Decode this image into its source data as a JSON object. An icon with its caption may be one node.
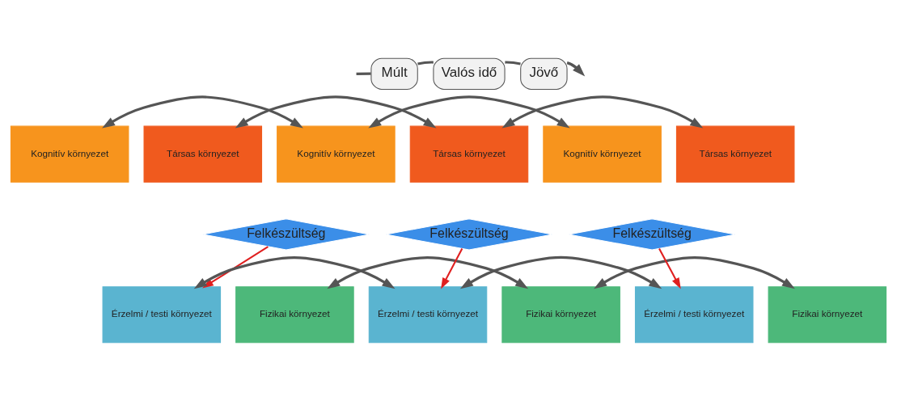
{
  "diagram": {
    "nodes": [
      {
        "text": [
          "Múlt"
        ]
      },
      {
        "text": [
          "Valós idő"
        ]
      },
      {
        "text": [
          "Jövő"
        ]
      },
      {
        "text": [
          "Kognitív környezet"
        ]
      },
      {
        "text": [
          "Társas környezet"
        ]
      },
      {
        "text": [
          "Felkészültség"
        ]
      },
      {
        "text": [
          "Érzelmi / testi környezet"
        ]
      },
      {
        "text": [
          "Fizikai környezet"
        ]
      },
      {
        "text": [
          "Kognitív környezet"
        ]
      },
      {
        "text": [
          "Társas környezet"
        ]
      },
      {
        "text": [
          "Felkészültség"
        ]
      },
      {
        "text": [
          "Érzelmi / testi környezet"
        ]
      },
      {
        "text": [
          "Fizikai környezet"
        ]
      },
      {
        "text": [
          "Kognitív környezet"
        ]
      },
      {
        "text": [
          "Társas környezet"
        ]
      },
      {
        "text": [
          "Felkészültség"
        ]
      },
      {
        "text": [
          "Érzelmi / testi környezet"
        ]
      },
      {
        "text": [
          "Fizikai környezet"
        ]
      }
    ],
    "edges": [
      {
        "from": null,
        "to": 0,
        "arrow": "none"
      },
      {
        "from": 0,
        "to": 1,
        "arrow": "none"
      },
      {
        "from": 1,
        "to": 2,
        "arrow": "none"
      },
      {
        "from": 2,
        "to": null,
        "arrow": "to"
      },
      {
        "from": 3,
        "to": 8,
        "arrow": "both"
      },
      {
        "from": 4,
        "to": 9,
        "arrow": "both"
      },
      {
        "from": 8,
        "to": 13,
        "arrow": "both"
      },
      {
        "from": 9,
        "to": 14,
        "arrow": "both"
      },
      {
        "from": 5,
        "to": 6,
        "arrow": "to",
        "color": "#e02020"
      },
      {
        "from": 10,
        "to": 11,
        "arrow": "to",
        "color": "#e02020"
      },
      {
        "from": 15,
        "to": 16,
        "arrow": "to",
        "color": "#e02020"
      },
      {
        "from": 6,
        "to": 11,
        "arrow": "both"
      },
      {
        "from": 7,
        "to": 12,
        "arrow": "both"
      },
      {
        "from": 11,
        "to": 16,
        "arrow": "both"
      },
      {
        "from": 12,
        "to": 17,
        "arrow": "both"
      }
    ]
  }
}
